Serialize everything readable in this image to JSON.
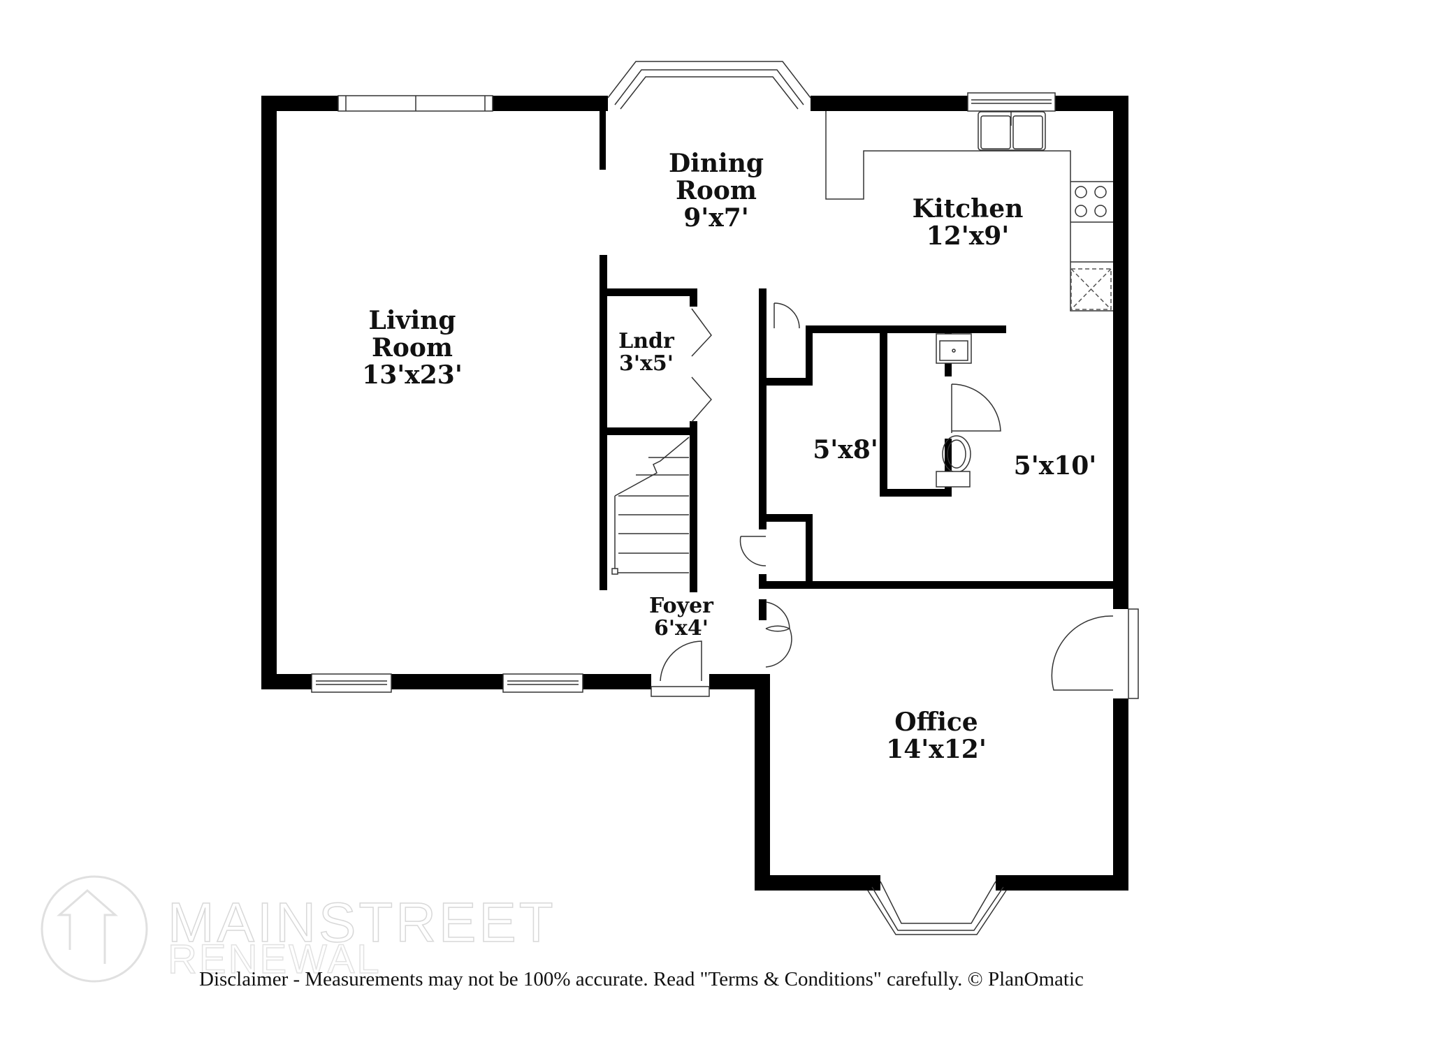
{
  "rooms": {
    "living": {
      "name_line1": "Living",
      "name_line2": "Room",
      "size": "13'x23'"
    },
    "dining": {
      "name_line1": "Dining",
      "name_line2": "Room",
      "size": "9'x7'"
    },
    "kitchen": {
      "name": "Kitchen",
      "size": "12'x9'"
    },
    "laundry": {
      "name": "Lndr",
      "size": "3'x5'"
    },
    "foyer": {
      "name": "Foyer",
      "size": "6'x4'"
    },
    "room_a": {
      "size": "5'x8'"
    },
    "room_b": {
      "size": "5'x10'"
    },
    "office": {
      "name": "Office",
      "size": "14'x12'"
    }
  },
  "watermark": {
    "line1": "MAINSTREET",
    "line2": "RENEWAL"
  },
  "footer": {
    "disclaimer": "Disclaimer - Measurements may not be 100% accurate. Read \"Terms & Conditions\" carefully. © PlanOmatic"
  },
  "colors": {
    "wall": "#000000",
    "background": "#ffffff",
    "watermark": "#d8d8d8"
  }
}
